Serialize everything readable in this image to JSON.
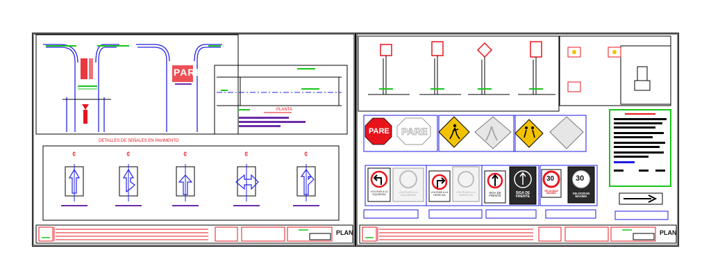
{
  "sheet_left": {
    "pavement_title": "DETALLES DE SEÑALES EN PAVIMENTO",
    "plan_label": "PLANTA",
    "pavement_word": "PARE",
    "centerline_symbols": [
      "¢",
      "¢",
      "¢",
      "¢",
      "¢"
    ],
    "stamp": "PLAN"
  },
  "sheet_right": {
    "signs": {
      "pare_solid": "PARE",
      "pare_outline": "PARE",
      "turn_left": "VOLTEAR A LA IZQUIERDA",
      "turn_left_ghost": "VOLTEAR A LA IZQUIERDA",
      "turn_right": "VOLTEAR A LA DERECHA",
      "turn_right_ghost": "VOLTEAR A LA DERECHA",
      "straight": "SIGA DE FRENTE",
      "straight_dark": "SIGA DE FRENTE",
      "speed_value": "30",
      "speed_caption": "VELOCIDAD MAXIMA",
      "speed_dark_value": "30",
      "speed_dark_caption": "VELOCIDAD MAXIMA"
    },
    "stamp": "PLAN"
  },
  "colors": {
    "frame": "#000000",
    "accent_red": "#e8141c",
    "accent_blue": "#1a1ae6",
    "accent_green": "#17c417",
    "accent_purple": "#6a2aa8",
    "accent_yellow": "#f2c200"
  }
}
